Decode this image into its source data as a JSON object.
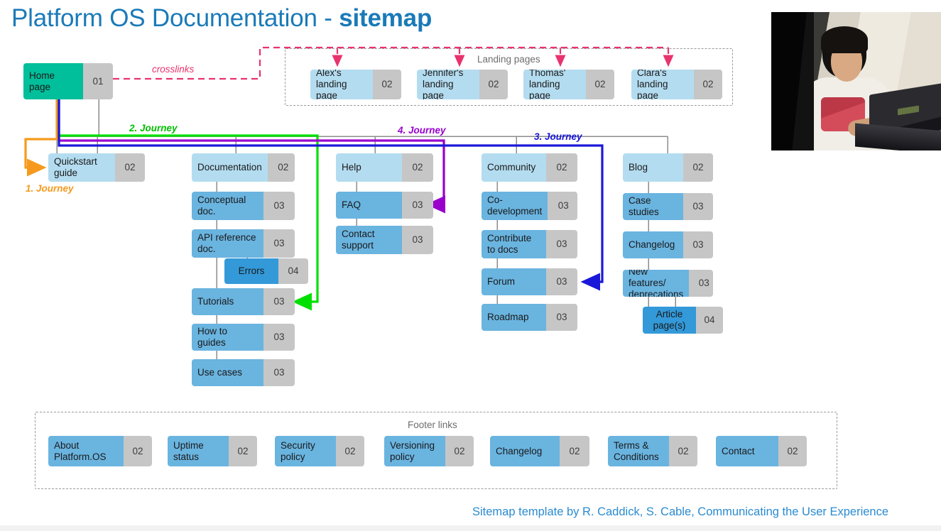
{
  "header": {
    "title_main": "Platform OS Documentation - ",
    "title_bold": "sitemap",
    "title_color": "#1a7ab8"
  },
  "photo": {
    "name": "person-at-laptop-photo",
    "alt": "Man working on a black ASUS laptop"
  },
  "crosslinks_label": "crosslinks",
  "home": {
    "label": "Home page",
    "num": "01"
  },
  "landing_group": {
    "title": "Landing pages",
    "items": [
      {
        "label": "Alex's landing page",
        "num": "02"
      },
      {
        "label": "Jennifer's landing page",
        "num": "02"
      },
      {
        "label": "Thomas' landing page",
        "num": "02"
      },
      {
        "label": "Clara's landing page",
        "num": "02"
      }
    ]
  },
  "journeys": [
    {
      "id": 1,
      "label": "1. Journey",
      "color": "#f59a1e",
      "target": "Quickstart guide"
    },
    {
      "id": 2,
      "label": "2. Journey",
      "color": "#00e000",
      "target": "Tutorials"
    },
    {
      "id": 3,
      "label": "3. Journey",
      "color": "#1a18d8",
      "target": "Forum"
    },
    {
      "id": 4,
      "label": "4. Journey",
      "color": "#9900cc",
      "target": "FAQ"
    }
  ],
  "columns": [
    {
      "name": "quickstart",
      "root": {
        "label": "Quickstart guide",
        "num": "02"
      },
      "children": []
    },
    {
      "name": "documentation",
      "root": {
        "label": "Documentation",
        "num": "02"
      },
      "children": [
        {
          "label": "Conceptual doc.",
          "num": "03"
        },
        {
          "label": "API reference doc.",
          "num": "03"
        },
        {
          "label": "Errors",
          "num": "04",
          "level": 4
        },
        {
          "label": "Tutorials",
          "num": "03"
        },
        {
          "label": "How to guides",
          "num": "03"
        },
        {
          "label": "Use cases",
          "num": "03"
        }
      ]
    },
    {
      "name": "help",
      "root": {
        "label": "Help",
        "num": "02"
      },
      "children": [
        {
          "label": "FAQ",
          "num": "03"
        },
        {
          "label": "Contact support",
          "num": "03"
        }
      ]
    },
    {
      "name": "community",
      "root": {
        "label": "Community",
        "num": "02"
      },
      "children": [
        {
          "label": "Co-development",
          "num": "03"
        },
        {
          "label": "Contribute to docs",
          "num": "03"
        },
        {
          "label": "Forum",
          "num": "03"
        },
        {
          "label": "Roadmap",
          "num": "03"
        }
      ]
    },
    {
      "name": "blog",
      "root": {
        "label": "Blog",
        "num": "02"
      },
      "children": [
        {
          "label": "Case studies",
          "num": "03"
        },
        {
          "label": "Changelog",
          "num": "03"
        },
        {
          "label": "New features/ deprecations",
          "num": "03"
        },
        {
          "label": "Article page(s)",
          "num": "04",
          "level": 4
        }
      ]
    }
  ],
  "footer_group": {
    "title": "Footer links",
    "items": [
      {
        "label": "About Platform.OS",
        "num": "02"
      },
      {
        "label": "Uptime status",
        "num": "02"
      },
      {
        "label": "Security policy",
        "num": "02"
      },
      {
        "label": "Versioning policy",
        "num": "02"
      },
      {
        "label": "Changelog",
        "num": "02"
      },
      {
        "label": "Terms & Conditions",
        "num": "02"
      },
      {
        "label": "Contact",
        "num": "02"
      }
    ]
  },
  "credit": "Sitemap template by R. Caddick, S. Cable, Communicating the User Experience",
  "palette": {
    "level1": "#00bf9a",
    "level2": "#b4dcf0",
    "level3": "#6ab4e0",
    "level4": "#3399d9",
    "number_chip": "#c6c6c6",
    "connector": "#8c8c8c",
    "crosslink": "#e8336e",
    "group_border": "#9a9a9a"
  }
}
